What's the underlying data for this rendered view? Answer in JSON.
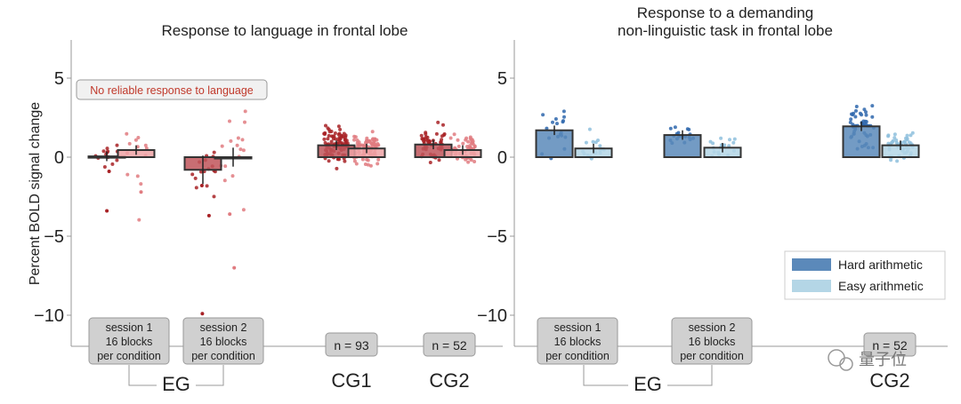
{
  "y_axis_label": "Percent BOLD signal change",
  "watermark": "量子位",
  "chart_data": [
    {
      "type": "bar",
      "title": "Response to language in frontal lobe",
      "ylim": [
        -12,
        7.5
      ],
      "yticks": [
        "5",
        "0",
        "−5",
        "−10"
      ],
      "ytick_values": [
        5,
        0,
        -5,
        -10
      ],
      "grid": false,
      "annotation": "No reliable response to language",
      "colors": {
        "dark": "#c0555a",
        "light": "#eea3a6",
        "dot_dark": "#a82226",
        "dot_light": "#e07b80"
      },
      "groups": [
        {
          "label": "EG",
          "sessions": [
            {
              "box_lines": [
                "session 1",
                "16 blocks",
                "per condition"
              ],
              "values": [
                0.05,
                0.45
              ]
            },
            {
              "box_lines": [
                "session 2",
                "16 blocks",
                "per condition"
              ],
              "values": [
                -0.8,
                0.0
              ]
            }
          ]
        },
        {
          "label": "CG1",
          "sessions": [
            {
              "box_lines": [
                "n = 93"
              ],
              "values": [
                0.75,
                0.55
              ]
            }
          ]
        },
        {
          "label": "CG2",
          "sessions": [
            {
              "box_lines": [
                "n = 52"
              ],
              "values": [
                0.8,
                0.45
              ]
            }
          ]
        }
      ]
    },
    {
      "type": "bar",
      "title": "Response to a demanding non-linguistic task in frontal lobe",
      "title_lines": [
        "Response to a demanding",
        "non-linguistic task in frontal lobe"
      ],
      "ylim": [
        -12,
        7.5
      ],
      "yticks": [
        "5",
        "0",
        "−5",
        "−10"
      ],
      "ytick_values": [
        5,
        0,
        -5,
        -10
      ],
      "grid": false,
      "legend_position": "lower-right",
      "colors": {
        "dark": "#5b89ba",
        "light": "#b4d6e6",
        "dot_dark": "#2f67ad",
        "dot_light": "#8ec0dd"
      },
      "series": [
        {
          "name": "Hard arithmetic",
          "color": "#5b89ba"
        },
        {
          "name": "Easy arithmetic",
          "color": "#b4d6e6"
        }
      ],
      "groups": [
        {
          "label": "EG",
          "sessions": [
            {
              "box_lines": [
                "session 1",
                "16 blocks",
                "per condition"
              ],
              "values": [
                1.7,
                0.55
              ]
            },
            {
              "box_lines": [
                "session 2",
                "16 blocks",
                "per condition"
              ],
              "values": [
                1.4,
                0.6
              ]
            }
          ]
        },
        {
          "label": "CG2",
          "sessions": [
            {
              "box_lines": [
                "n = 52"
              ],
              "values": [
                1.95,
                0.75
              ]
            }
          ]
        }
      ]
    }
  ]
}
